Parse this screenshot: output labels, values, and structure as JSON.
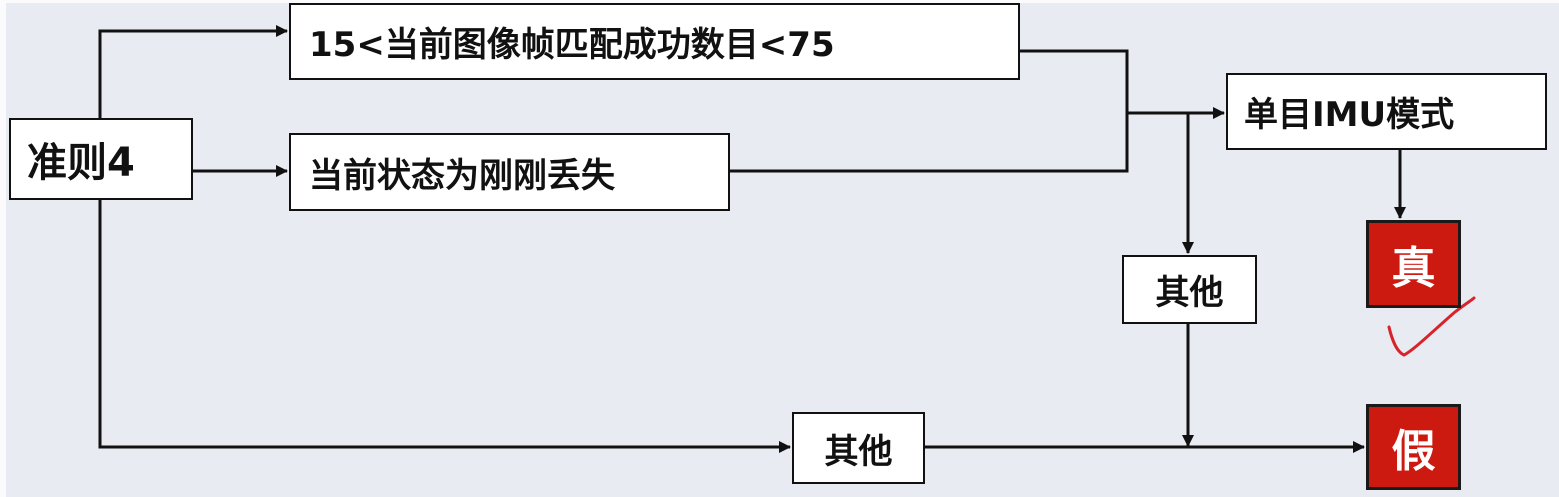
{
  "nodes": {
    "criterion": "准则4",
    "match_condition": "15<当前图像帧匹配成功数目<75",
    "state_condition": "当前状态为刚刚丢失",
    "mono_imu": "单目IMU模式",
    "other_right": "其他",
    "other_bottom": "其他"
  },
  "results": {
    "true_label": "真",
    "false_label": "假"
  },
  "colors": {
    "background": "#e9ebf2",
    "result_fill": "#cc1a10",
    "line": "#111111",
    "annotation": "#d8232a"
  },
  "annotation": {
    "icon": "red-checkmark-icon"
  }
}
